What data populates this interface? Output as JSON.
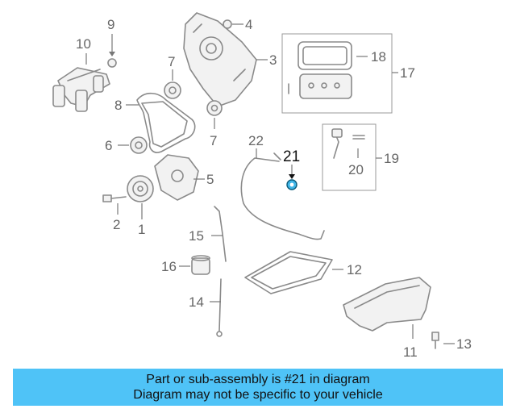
{
  "diagram": {
    "callouts": {
      "c1": "1",
      "c2": "2",
      "c3": "3",
      "c4": "4",
      "c5": "5",
      "c6": "6",
      "c7a": "7",
      "c7b": "7",
      "c8": "8",
      "c9": "9",
      "c10": "10",
      "c11": "11",
      "c12": "12",
      "c13": "13",
      "c14": "14",
      "c15": "15",
      "c16": "16",
      "c17": "17",
      "c18": "18",
      "c19": "19",
      "c20": "20",
      "c21": "21",
      "c22": "22"
    },
    "highlight_part": "21",
    "highlight_color": "#3fb6e8"
  },
  "banner": {
    "line1": "Part or sub-assembly is #21 in diagram",
    "line2": "Diagram may not be specific to your vehicle",
    "background": "#4fc3f7"
  }
}
